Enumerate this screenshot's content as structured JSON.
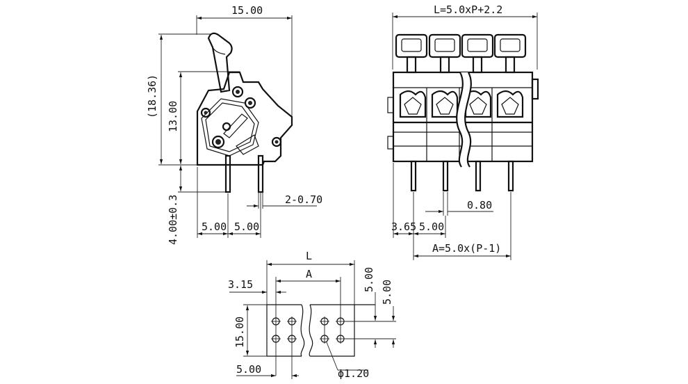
{
  "side_view": {
    "width_label": "15.00",
    "height_total_label": "(18.36)",
    "height_body_label": "13.00",
    "pin_length_label": "4.00±0.3",
    "pin_size_label": "2-0.70",
    "pitch_label_1": "5.00",
    "pitch_label_2": "5.00"
  },
  "front_view": {
    "length_label": "L=5.0xP+2.2",
    "pin_width_label": "0.80",
    "offset_label": "3.65",
    "pitch_label": "5.00",
    "span_label": "A=5.0x(P-1)"
  },
  "footprint": {
    "length_label": "L",
    "span_label": "A",
    "edge_offset_label": "3.15",
    "row_pitch_label": "5.00",
    "row_pitch_label_2": "5.00",
    "height_label": "15.00",
    "col_pitch_label": "5.00",
    "hole_label": "ϕ1.20"
  }
}
